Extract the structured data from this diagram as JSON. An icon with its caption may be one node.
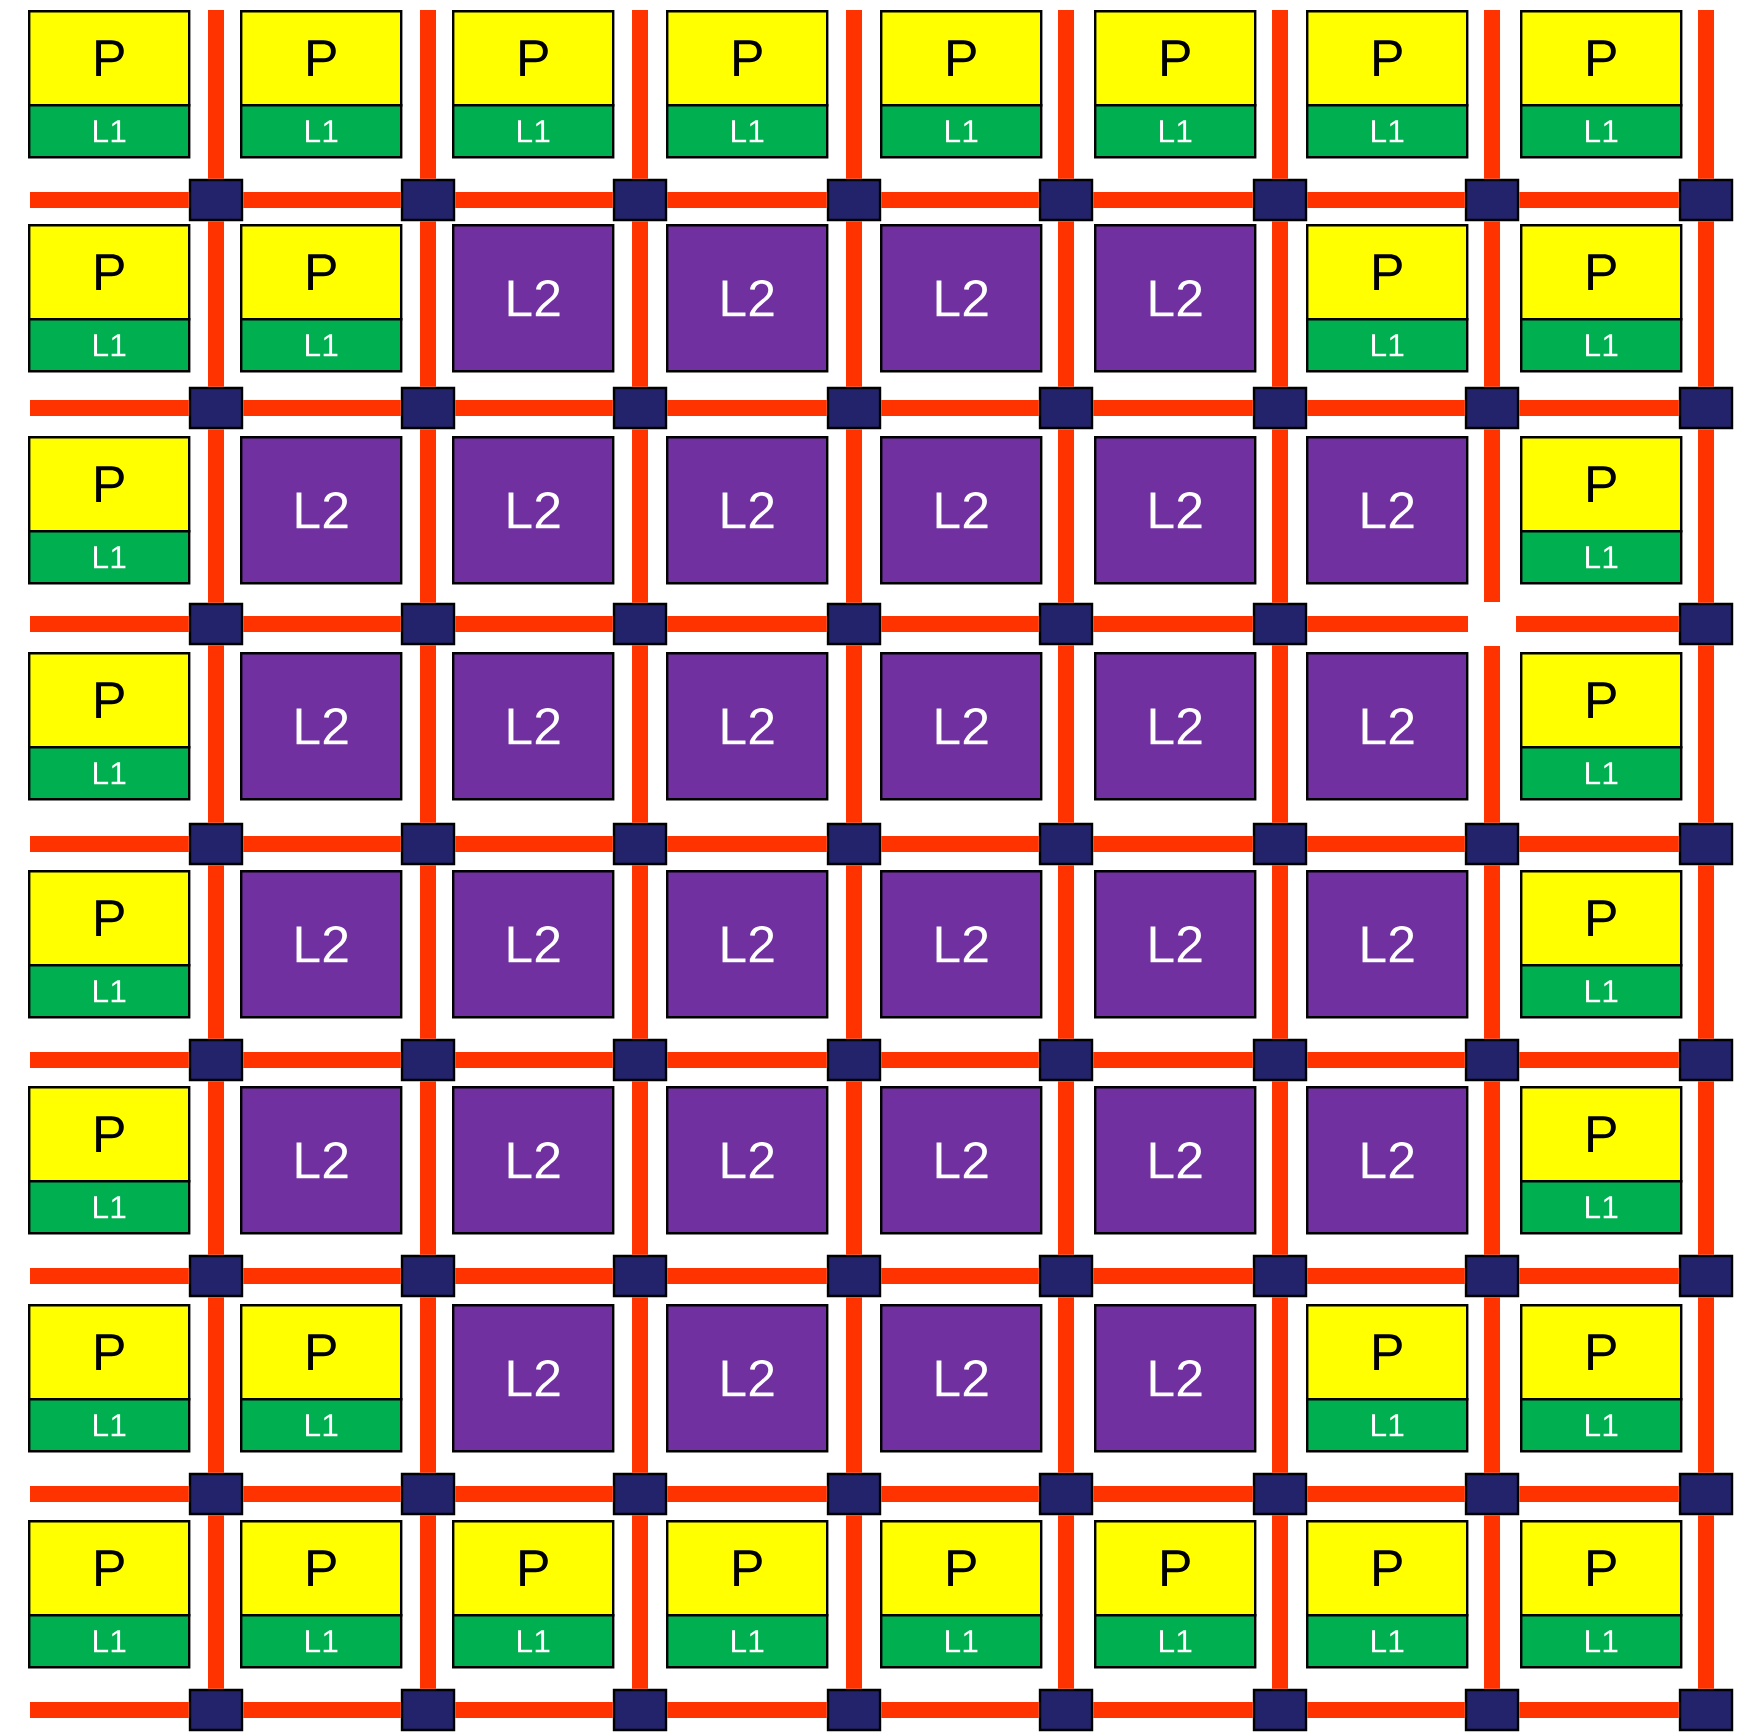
{
  "diagram": {
    "nodes": [
      {
        "text": [
          "P"
        ]
      },
      {
        "text": [
          "L1"
        ]
      },
      {
        "text": [
          "P"
        ]
      },
      {
        "text": [
          "L1"
        ]
      },
      {
        "text": [
          "P"
        ]
      },
      {
        "text": [
          "L1"
        ]
      },
      {
        "text": [
          "P"
        ]
      },
      {
        "text": [
          "L1"
        ]
      },
      {
        "text": [
          "P"
        ]
      },
      {
        "text": [
          "L1"
        ]
      },
      {
        "text": [
          "P"
        ]
      },
      {
        "text": [
          "L1"
        ]
      },
      {
        "text": [
          "P"
        ]
      },
      {
        "text": [
          "L1"
        ]
      },
      {
        "text": [
          "P"
        ]
      },
      {
        "text": [
          "L1"
        ]
      },
      {
        "text": [
          "P"
        ]
      },
      {
        "text": [
          "L1"
        ]
      },
      {
        "text": [
          "P"
        ]
      },
      {
        "text": [
          "L1"
        ]
      },
      {
        "text": [
          "L2"
        ]
      },
      {
        "text": [
          "L2"
        ]
      },
      {
        "text": [
          "L2"
        ]
      },
      {
        "text": [
          "L2"
        ]
      },
      {
        "text": [
          "P"
        ]
      },
      {
        "text": [
          "L1"
        ]
      },
      {
        "text": [
          "P"
        ]
      },
      {
        "text": [
          "L1"
        ]
      },
      {
        "text": [
          "P"
        ]
      },
      {
        "text": [
          "L1"
        ]
      },
      {
        "text": [
          "L2"
        ]
      },
      {
        "text": [
          "L2"
        ]
      },
      {
        "text": [
          "L2"
        ]
      },
      {
        "text": [
          "L2"
        ]
      },
      {
        "text": [
          "L2"
        ]
      },
      {
        "text": [
          "L2"
        ]
      },
      {
        "text": [
          "P"
        ]
      },
      {
        "text": [
          "L1"
        ]
      },
      {
        "text": [
          "P"
        ]
      },
      {
        "text": [
          "L1"
        ]
      },
      {
        "text": [
          "L2"
        ]
      },
      {
        "text": [
          "L2"
        ]
      },
      {
        "text": [
          "L2"
        ]
      },
      {
        "text": [
          "L2"
        ]
      },
      {
        "text": [
          "L2"
        ]
      },
      {
        "text": [
          "L2"
        ]
      },
      {
        "text": [
          "P"
        ]
      },
      {
        "text": [
          "L1"
        ]
      },
      {
        "text": [
          "P"
        ]
      },
      {
        "text": [
          "L1"
        ]
      },
      {
        "text": [
          "L2"
        ]
      },
      {
        "text": [
          "L2"
        ]
      },
      {
        "text": [
          "L2"
        ]
      },
      {
        "text": [
          "L2"
        ]
      },
      {
        "text": [
          "L2"
        ]
      },
      {
        "text": [
          "L2"
        ]
      },
      {
        "text": [
          "P"
        ]
      },
      {
        "text": [
          "L1"
        ]
      },
      {
        "text": [
          "P"
        ]
      },
      {
        "text": [
          "L1"
        ]
      },
      {
        "text": [
          "L2"
        ]
      },
      {
        "text": [
          "L2"
        ]
      },
      {
        "text": [
          "L2"
        ]
      },
      {
        "text": [
          "L2"
        ]
      },
      {
        "text": [
          "L2"
        ]
      },
      {
        "text": [
          "L2"
        ]
      },
      {
        "text": [
          "P"
        ]
      },
      {
        "text": [
          "L1"
        ]
      },
      {
        "text": [
          "P"
        ]
      },
      {
        "text": [
          "L1"
        ]
      },
      {
        "text": [
          "P"
        ]
      },
      {
        "text": [
          "L1"
        ]
      },
      {
        "text": [
          "L2"
        ]
      },
      {
        "text": [
          "L2"
        ]
      },
      {
        "text": [
          "L2"
        ]
      },
      {
        "text": [
          "L2"
        ]
      },
      {
        "text": [
          "P"
        ]
      },
      {
        "text": [
          "L1"
        ]
      },
      {
        "text": [
          "P"
        ]
      },
      {
        "text": [
          "L1"
        ]
      },
      {
        "text": [
          "P"
        ]
      },
      {
        "text": [
          "L1"
        ]
      },
      {
        "text": [
          "P"
        ]
      },
      {
        "text": [
          "L1"
        ]
      },
      {
        "text": [
          "P"
        ]
      },
      {
        "text": [
          "L1"
        ]
      },
      {
        "text": [
          "P"
        ]
      },
      {
        "text": [
          "L1"
        ]
      },
      {
        "text": [
          "P"
        ]
      },
      {
        "text": [
          "L1"
        ]
      },
      {
        "text": [
          "P"
        ]
      },
      {
        "text": [
          "L1"
        ]
      },
      {
        "text": [
          "P"
        ]
      },
      {
        "text": [
          "L1"
        ]
      },
      {
        "text": [
          "P"
        ]
      },
      {
        "text": [
          "L1"
        ]
      },
      {
        "text": [],
        "shape": "box"
      },
      {
        "text": [],
        "shape": "box"
      },
      {
        "text": [],
        "shape": "box"
      },
      {
        "text": [],
        "shape": "box"
      },
      {
        "text": [],
        "shape": "box"
      },
      {
        "text": [],
        "shape": "box"
      },
      {
        "text": [],
        "shape": "box"
      },
      {
        "text": [],
        "shape": "box"
      },
      {
        "text": [],
        "shape": "box"
      },
      {
        "text": [],
        "shape": "box"
      },
      {
        "text": [],
        "shape": "box"
      },
      {
        "text": [],
        "shape": "box"
      },
      {
        "text": [],
        "shape": "box"
      },
      {
        "text": [],
        "shape": "box"
      },
      {
        "text": [],
        "shape": "box"
      },
      {
        "text": [],
        "shape": "box"
      },
      {
        "text": [],
        "shape": "box"
      },
      {
        "text": [],
        "shape": "box"
      },
      {
        "text": [],
        "shape": "box"
      },
      {
        "text": [],
        "shape": "box"
      },
      {
        "text": [],
        "shape": "box"
      },
      {
        "text": [],
        "shape": "box"
      },
      {
        "text": [],
        "shape": "box"
      },
      {
        "text": [],
        "shape": "box"
      },
      {
        "text": [],
        "shape": "box"
      },
      {
        "text": [],
        "shape": "box"
      },
      {
        "text": [],
        "shape": "box"
      },
      {
        "text": [],
        "shape": "box"
      },
      {
        "text": [],
        "shape": "box"
      },
      {
        "text": [],
        "shape": "box"
      },
      {
        "text": [],
        "shape": "box"
      },
      {
        "text": [],
        "shape": "box"
      },
      {
        "text": [],
        "shape": "box"
      },
      {
        "text": [],
        "shape": "box"
      },
      {
        "text": [],
        "shape": "box"
      },
      {
        "text": [],
        "shape": "box"
      },
      {
        "text": [],
        "shape": "box"
      },
      {
        "text": [],
        "shape": "box"
      },
      {
        "text": [],
        "shape": "box"
      },
      {
        "text": [],
        "shape": "box"
      },
      {
        "text": [],
        "shape": "box"
      },
      {
        "text": [],
        "shape": "box"
      },
      {
        "text": [],
        "shape": "box"
      },
      {
        "text": [],
        "shape": "box"
      },
      {
        "text": [],
        "shape": "box"
      },
      {
        "text": [],
        "shape": "box"
      },
      {
        "text": [],
        "shape": "box"
      },
      {
        "text": [],
        "shape": "box"
      },
      {
        "text": [],
        "shape": "box"
      },
      {
        "text": [],
        "shape": "box"
      },
      {
        "text": [],
        "shape": "box"
      },
      {
        "text": [],
        "shape": "box"
      },
      {
        "text": [],
        "shape": "box"
      },
      {
        "text": [],
        "shape": "box"
      },
      {
        "text": [],
        "shape": "box"
      },
      {
        "text": [],
        "shape": "box"
      },
      {
        "text": [],
        "shape": "box"
      },
      {
        "text": [],
        "shape": "box"
      },
      {
        "text": [],
        "shape": "box"
      },
      {
        "text": [],
        "shape": "box"
      },
      {
        "text": [],
        "shape": "box"
      },
      {
        "text": [],
        "shape": "box"
      },
      {
        "text": [],
        "shape": "box"
      }
    ],
    "edges": [
      {
        "from": null,
        "to": 96,
        "arrow": "none"
      },
      {
        "from": null,
        "to": 104,
        "arrow": "none"
      },
      {
        "from": null,
        "to": 112,
        "arrow": "none"
      },
      {
        "from": null,
        "to": 119,
        "arrow": "none"
      },
      {
        "from": null,
        "to": 127,
        "arrow": "none"
      },
      {
        "from": null,
        "to": 135,
        "arrow": "none"
      },
      {
        "from": null,
        "to": 143,
        "arrow": "none"
      },
      {
        "from": null,
        "to": 151,
        "arrow": "none"
      },
      {
        "from": null,
        "to": 96,
        "arrow": "none"
      },
      {
        "from": null,
        "to": 97,
        "arrow": "none"
      },
      {
        "from": null,
        "to": 98,
        "arrow": "none"
      },
      {
        "from": null,
        "to": 99,
        "arrow": "none"
      },
      {
        "from": null,
        "to": 100,
        "arrow": "none"
      },
      {
        "from": null,
        "to": 101,
        "arrow": "none"
      },
      {
        "from": null,
        "to": 102,
        "arrow": "none"
      },
      {
        "from": null,
        "to": 103,
        "arrow": "none"
      },
      {
        "from": 96,
        "to": 97,
        "arrow": "none"
      },
      {
        "from": 97,
        "to": 98,
        "arrow": "none"
      },
      {
        "from": 98,
        "to": 99,
        "arrow": "none"
      },
      {
        "from": 99,
        "to": 100,
        "arrow": "none"
      },
      {
        "from": 100,
        "to": 101,
        "arrow": "none"
      },
      {
        "from": 101,
        "to": 102,
        "arrow": "none"
      },
      {
        "from": 102,
        "to": 103,
        "arrow": "none"
      },
      {
        "from": 104,
        "to": 105,
        "arrow": "none"
      },
      {
        "from": 105,
        "to": 106,
        "arrow": "none"
      },
      {
        "from": 106,
        "to": 107,
        "arrow": "none"
      },
      {
        "from": 107,
        "to": 108,
        "arrow": "none"
      },
      {
        "from": 108,
        "to": 109,
        "arrow": "none"
      },
      {
        "from": 109,
        "to": 110,
        "arrow": "none"
      },
      {
        "from": 110,
        "to": 111,
        "arrow": "none"
      },
      {
        "from": 112,
        "to": 113,
        "arrow": "none"
      },
      {
        "from": 113,
        "to": 114,
        "arrow": "none"
      },
      {
        "from": 114,
        "to": 115,
        "arrow": "none"
      },
      {
        "from": 115,
        "to": 116,
        "arrow": "none"
      },
      {
        "from": 116,
        "to": 117,
        "arrow": "none"
      },
      {
        "from": 117,
        "to": null,
        "arrow": "none"
      },
      {
        "from": null,
        "to": 118,
        "arrow": "none"
      },
      {
        "from": 119,
        "to": 120,
        "arrow": "none"
      },
      {
        "from": 120,
        "to": 121,
        "arrow": "none"
      },
      {
        "from": 121,
        "to": 122,
        "arrow": "none"
      },
      {
        "from": 122,
        "to": 123,
        "arrow": "none"
      },
      {
        "from": 123,
        "to": 124,
        "arrow": "none"
      },
      {
        "from": 124,
        "to": 125,
        "arrow": "none"
      },
      {
        "from": 125,
        "to": 126,
        "arrow": "none"
      },
      {
        "from": 127,
        "to": 128,
        "arrow": "none"
      },
      {
        "from": 128,
        "to": 129,
        "arrow": "none"
      },
      {
        "from": 129,
        "to": 130,
        "arrow": "none"
      },
      {
        "from": 130,
        "to": 131,
        "arrow": "none"
      },
      {
        "from": 131,
        "to": 132,
        "arrow": "none"
      },
      {
        "from": 132,
        "to": 133,
        "arrow": "none"
      },
      {
        "from": 133,
        "to": 134,
        "arrow": "none"
      },
      {
        "from": 135,
        "to": 136,
        "arrow": "none"
      },
      {
        "from": 136,
        "to": 137,
        "arrow": "none"
      },
      {
        "from": 137,
        "to": 138,
        "arrow": "none"
      },
      {
        "from": 138,
        "to": 139,
        "arrow": "none"
      },
      {
        "from": 139,
        "to": 140,
        "arrow": "none"
      },
      {
        "from": 140,
        "to": 141,
        "arrow": "none"
      },
      {
        "from": 141,
        "to": 142,
        "arrow": "none"
      },
      {
        "from": 143,
        "to": 144,
        "arrow": "none"
      },
      {
        "from": 144,
        "to": 145,
        "arrow": "none"
      },
      {
        "from": 145,
        "to": 146,
        "arrow": "none"
      },
      {
        "from": 146,
        "to": 147,
        "arrow": "none"
      },
      {
        "from": 147,
        "to": 148,
        "arrow": "none"
      },
      {
        "from": 148,
        "to": 149,
        "arrow": "none"
      },
      {
        "from": 149,
        "to": 150,
        "arrow": "none"
      },
      {
        "from": 151,
        "to": 152,
        "arrow": "none"
      },
      {
        "from": 152,
        "to": 153,
        "arrow": "none"
      },
      {
        "from": 153,
        "to": 154,
        "arrow": "none"
      },
      {
        "from": 154,
        "to": 155,
        "arrow": "none"
      },
      {
        "from": 155,
        "to": 156,
        "arrow": "none"
      },
      {
        "from": 156,
        "to": 157,
        "arrow": "none"
      },
      {
        "from": 157,
        "to": 158,
        "arrow": "none"
      },
      {
        "from": 96,
        "to": 104,
        "arrow": "none"
      },
      {
        "from": 104,
        "to": 112,
        "arrow": "none"
      },
      {
        "from": 112,
        "to": 119,
        "arrow": "none"
      },
      {
        "from": 119,
        "to": 127,
        "arrow": "none"
      },
      {
        "from": 127,
        "to": 135,
        "arrow": "none"
      },
      {
        "from": 135,
        "to": 143,
        "arrow": "none"
      },
      {
        "from": 143,
        "to": 151,
        "arrow": "none"
      },
      {
        "from": 97,
        "to": 105,
        "arrow": "none"
      },
      {
        "from": 105,
        "to": 113,
        "arrow": "none"
      },
      {
        "from": 113,
        "to": 120,
        "arrow": "none"
      },
      {
        "from": 120,
        "to": 128,
        "arrow": "none"
      },
      {
        "from": 128,
        "to": 136,
        "arrow": "none"
      },
      {
        "from": 136,
        "to": 144,
        "arrow": "none"
      },
      {
        "from": 144,
        "to": 152,
        "arrow": "none"
      },
      {
        "from": 98,
        "to": 106,
        "arrow": "none"
      },
      {
        "from": 106,
        "to": 114,
        "arrow": "none"
      },
      {
        "from": 114,
        "to": 121,
        "arrow": "none"
      },
      {
        "from": 121,
        "to": 129,
        "arrow": "none"
      },
      {
        "from": 129,
        "to": 137,
        "arrow": "none"
      },
      {
        "from": 137,
        "to": 145,
        "arrow": "none"
      },
      {
        "from": 145,
        "to": 153,
        "arrow": "none"
      },
      {
        "from": 99,
        "to": 107,
        "arrow": "none"
      },
      {
        "from": 107,
        "to": 115,
        "arrow": "none"
      },
      {
        "from": 115,
        "to": 122,
        "arrow": "none"
      },
      {
        "from": 122,
        "to": 130,
        "arrow": "none"
      },
      {
        "from": 130,
        "to": 138,
        "arrow": "none"
      },
      {
        "from": 138,
        "to": 146,
        "arrow": "none"
      },
      {
        "from": 146,
        "to": 154,
        "arrow": "none"
      },
      {
        "from": 100,
        "to": 108,
        "arrow": "none"
      },
      {
        "from": 108,
        "to": 116,
        "arrow": "none"
      },
      {
        "from": 116,
        "to": 123,
        "arrow": "none"
      },
      {
        "from": 123,
        "to": 131,
        "arrow": "none"
      },
      {
        "from": 131,
        "to": 139,
        "arrow": "none"
      },
      {
        "from": 139,
        "to": 147,
        "arrow": "none"
      },
      {
        "from": 147,
        "to": 155,
        "arrow": "none"
      },
      {
        "from": 101,
        "to": 109,
        "arrow": "none"
      },
      {
        "from": 109,
        "to": 117,
        "arrow": "none"
      },
      {
        "from": 117,
        "to": 124,
        "arrow": "none"
      },
      {
        "from": 124,
        "to": 132,
        "arrow": "none"
      },
      {
        "from": 132,
        "to": 140,
        "arrow": "none"
      },
      {
        "from": 140,
        "to": 148,
        "arrow": "none"
      },
      {
        "from": 148,
        "to": 156,
        "arrow": "none"
      },
      {
        "from": 102,
        "to": 110,
        "arrow": "none"
      },
      {
        "from": 110,
        "to": null,
        "arrow": "none"
      },
      {
        "from": null,
        "to": 125,
        "arrow": "none"
      },
      {
        "from": 125,
        "to": 133,
        "arrow": "none"
      },
      {
        "from": 133,
        "to": 141,
        "arrow": "none"
      },
      {
        "from": 141,
        "to": 149,
        "arrow": "none"
      },
      {
        "from": 149,
        "to": 157,
        "arrow": "none"
      },
      {
        "from": 103,
        "to": 111,
        "arrow": "none"
      },
      {
        "from": 111,
        "to": 118,
        "arrow": "none"
      },
      {
        "from": 118,
        "to": 126,
        "arrow": "none"
      },
      {
        "from": 126,
        "to": 134,
        "arrow": "none"
      },
      {
        "from": 134,
        "to": 142,
        "arrow": "none"
      },
      {
        "from": 142,
        "to": 150,
        "arrow": "none"
      },
      {
        "from": 150,
        "to": 158,
        "arrow": "none"
      }
    ]
  }
}
